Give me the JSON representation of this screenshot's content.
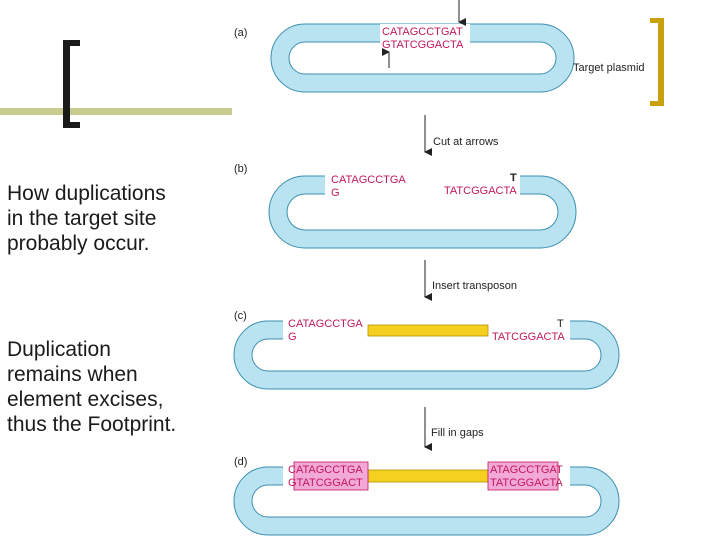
{
  "slide": {
    "text_top": "How duplications\nin the target site\nprobably occur.",
    "text_bottom": "Duplication\nremains when\nelement excises,\nthus the Footprint."
  },
  "figure": {
    "panel_a": {
      "label": "(a)",
      "top_strand": "CATAGCCTGAT",
      "bottom_strand": "GTATCGGACTA",
      "plasmid_label": "Target plasmid"
    },
    "step_1": "Cut at arrows",
    "panel_b": {
      "label": "(b)",
      "left_top": "CATAGCCTGA",
      "left_bottom": "G",
      "right_top": "T",
      "right_bottom": "TATCGGACTA"
    },
    "step_2": "Insert transposon",
    "panel_c": {
      "label": "(c)",
      "left_top": "CATAGCCTGA",
      "left_bottom": "G",
      "right_top": "T",
      "right_bottom": "TATCGGACTA"
    },
    "step_3": "Fill in gaps",
    "panel_d": {
      "label": "(d)",
      "left_top": "CATAGCCTGA",
      "left_bottom": "GTATCGGACT",
      "right_top": "ATAGCCTGAT",
      "right_bottom": "TATCGGACTA"
    },
    "colors": {
      "plasmid_fill": "#b9e3f0",
      "plasmid_stroke": "#3d8fb0",
      "transposon": "#f5d020",
      "duplication_box": "#f2a9d8",
      "sequence_text": "#c2185b",
      "accent_bar": "#c8cc8e",
      "gold_bracket": "#c9a010"
    }
  }
}
